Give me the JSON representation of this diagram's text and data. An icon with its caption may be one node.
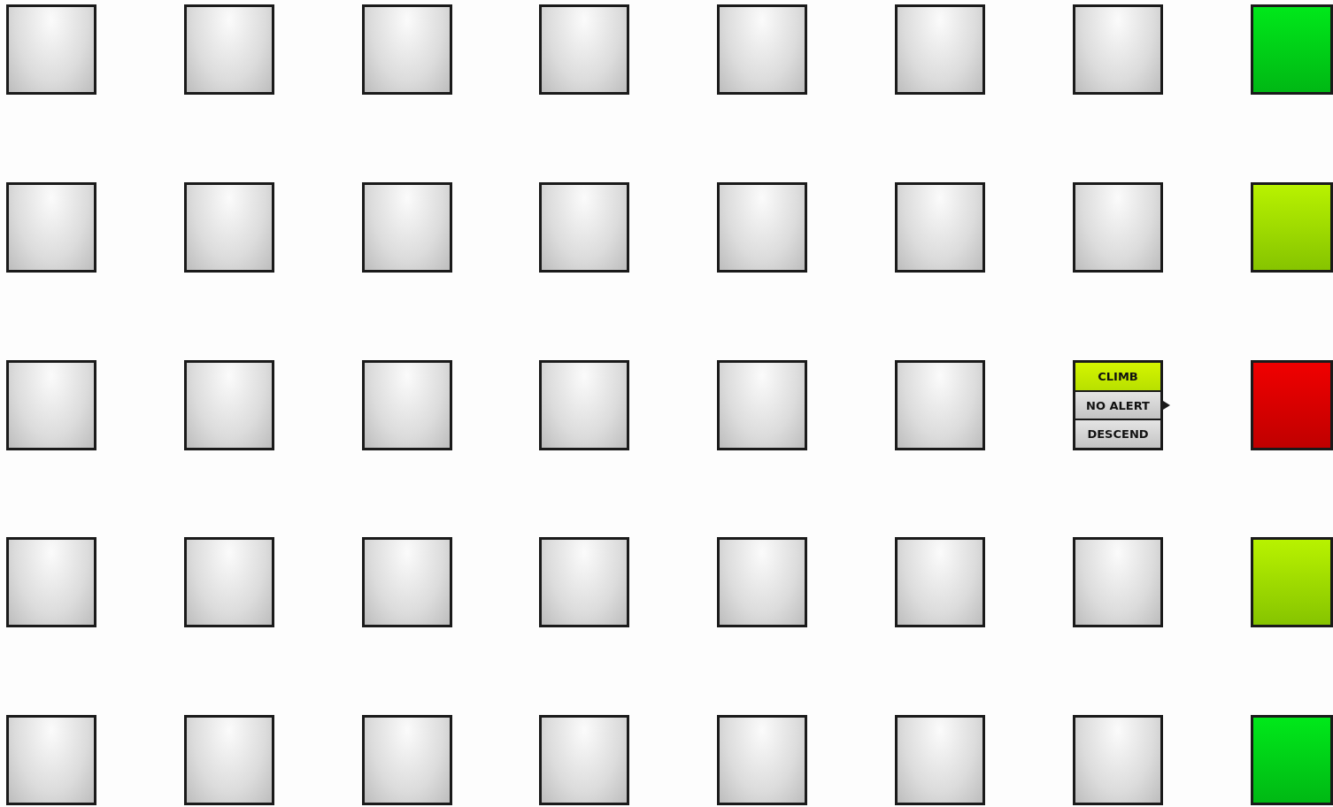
{
  "diagram": {
    "nodes": [
      {
        "text": [],
        "shape": "box"
      },
      {
        "text": [],
        "shape": "box"
      },
      {
        "text": [],
        "shape": "box"
      },
      {
        "text": [],
        "shape": "box"
      },
      {
        "text": [],
        "shape": "box"
      },
      {
        "text": [],
        "shape": "box"
      },
      {
        "text": [],
        "shape": "box"
      },
      {
        "text": [],
        "shape": "box"
      },
      {
        "text": [],
        "shape": "box"
      },
      {
        "text": [],
        "shape": "box"
      },
      {
        "text": [],
        "shape": "box"
      },
      {
        "text": [],
        "shape": "box"
      },
      {
        "text": [],
        "shape": "box"
      },
      {
        "text": [],
        "shape": "box"
      },
      {
        "text": [],
        "shape": "box"
      },
      {
        "text": [],
        "shape": "box"
      },
      {
        "text": [],
        "shape": "box"
      },
      {
        "text": [],
        "shape": "box"
      },
      {
        "text": [],
        "shape": "box"
      },
      {
        "text": [],
        "shape": "box"
      },
      {
        "text": [],
        "shape": "box"
      },
      {
        "text": [],
        "shape": "box"
      },
      {
        "text": [
          "CLIMB",
          "NO ALERT",
          "DESCEND"
        ]
      },
      {
        "text": [],
        "shape": "box"
      },
      {
        "text": [],
        "shape": "box"
      },
      {
        "text": [],
        "shape": "box"
      },
      {
        "text": [],
        "shape": "box"
      },
      {
        "text": [],
        "shape": "box"
      },
      {
        "text": [],
        "shape": "box"
      },
      {
        "text": [],
        "shape": "box"
      },
      {
        "text": [],
        "shape": "box"
      },
      {
        "text": [],
        "shape": "box"
      },
      {
        "text": [],
        "shape": "box"
      },
      {
        "text": [],
        "shape": "box"
      },
      {
        "text": [],
        "shape": "box"
      },
      {
        "text": [],
        "shape": "box"
      },
      {
        "text": [],
        "shape": "box"
      },
      {
        "text": [],
        "shape": "box"
      },
      {
        "text": [],
        "shape": "box"
      },
      {
        "text": [],
        "shape": "box"
      }
    ]
  }
}
